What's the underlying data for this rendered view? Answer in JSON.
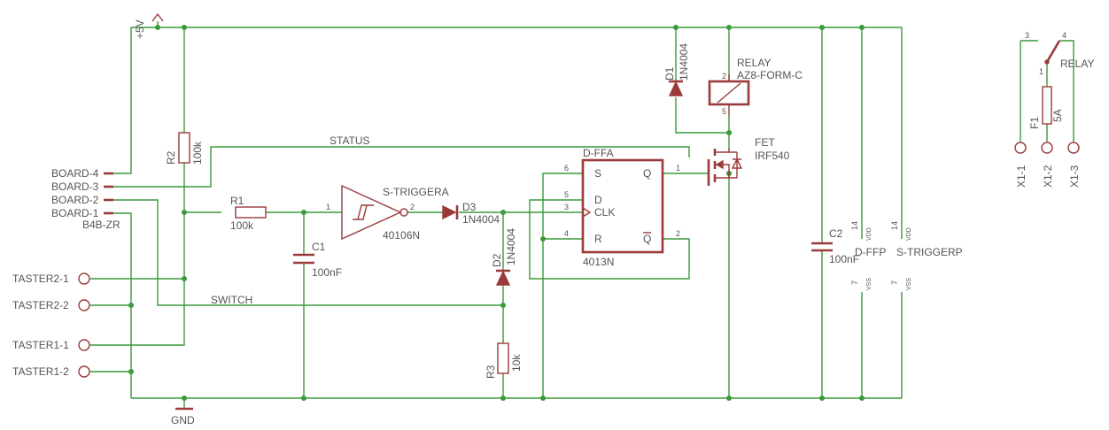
{
  "colors": {
    "wire": "#3a9a3a",
    "component": "#9b3a3a",
    "text": "#555555",
    "background": "#ffffff"
  },
  "nets": {
    "vcc": "+5V",
    "gnd": "GND",
    "status": "STATUS",
    "switch": "SWITCH"
  },
  "connectors": {
    "board_name": "B4B-ZR",
    "board_pins": [
      "BOARD-4",
      "BOARD-3",
      "BOARD-2",
      "BOARD-1"
    ],
    "tasters": [
      "TASTER2-1",
      "TASTER2-2",
      "TASTER1-1",
      "TASTER1-2"
    ],
    "x1": [
      "X1-1",
      "X1-2",
      "X1-3"
    ]
  },
  "components": {
    "r1": {
      "name": "R1",
      "value": "100k"
    },
    "r2": {
      "name": "R2",
      "value": "100k"
    },
    "r3": {
      "name": "R3",
      "value": "10k"
    },
    "c1": {
      "name": "C1",
      "value": "100nF"
    },
    "c2": {
      "name": "C2",
      "value": "100nF"
    },
    "d1": {
      "name": "D1",
      "value": "1N4004"
    },
    "d2": {
      "name": "D2",
      "value": "1N4004"
    },
    "d3": {
      "name": "D3",
      "value": "1N4004"
    },
    "schmitt": {
      "name": "S-TRIGGERA",
      "value": "40106N",
      "pin_in": "1",
      "pin_out": "2"
    },
    "ff": {
      "name": "D-FFA",
      "value": "4013N",
      "pin_s_label": "S",
      "pin_d_label": "D",
      "pin_clk_label": "CLK",
      "pin_r_label": "R",
      "pin_q_label": "Q",
      "pin_qn_label": "Q",
      "pin_s": "6",
      "pin_d": "5",
      "pin_clk": "3",
      "pin_r": "4",
      "pin_q": "1",
      "pin_qn": "2"
    },
    "fet": {
      "name": "FET",
      "value": "IRF540"
    },
    "relay": {
      "name": "RELAY",
      "value": "AZ8-FORM-C",
      "pin_coil_top": "2",
      "pin_coil_bottom": "5"
    },
    "relay_contact": {
      "name": "RELAY",
      "pin_nc": "3",
      "pin_no": "4",
      "pin_com": "1"
    },
    "fuse": {
      "name": "F1",
      "value": "5A"
    },
    "power": {
      "ffp": "D-FFP",
      "stp": "S-TRIGGERP",
      "vdd_label": "VDD",
      "vss_label": "VSS",
      "vdd_pin": "14",
      "vss_pin": "7"
    }
  }
}
